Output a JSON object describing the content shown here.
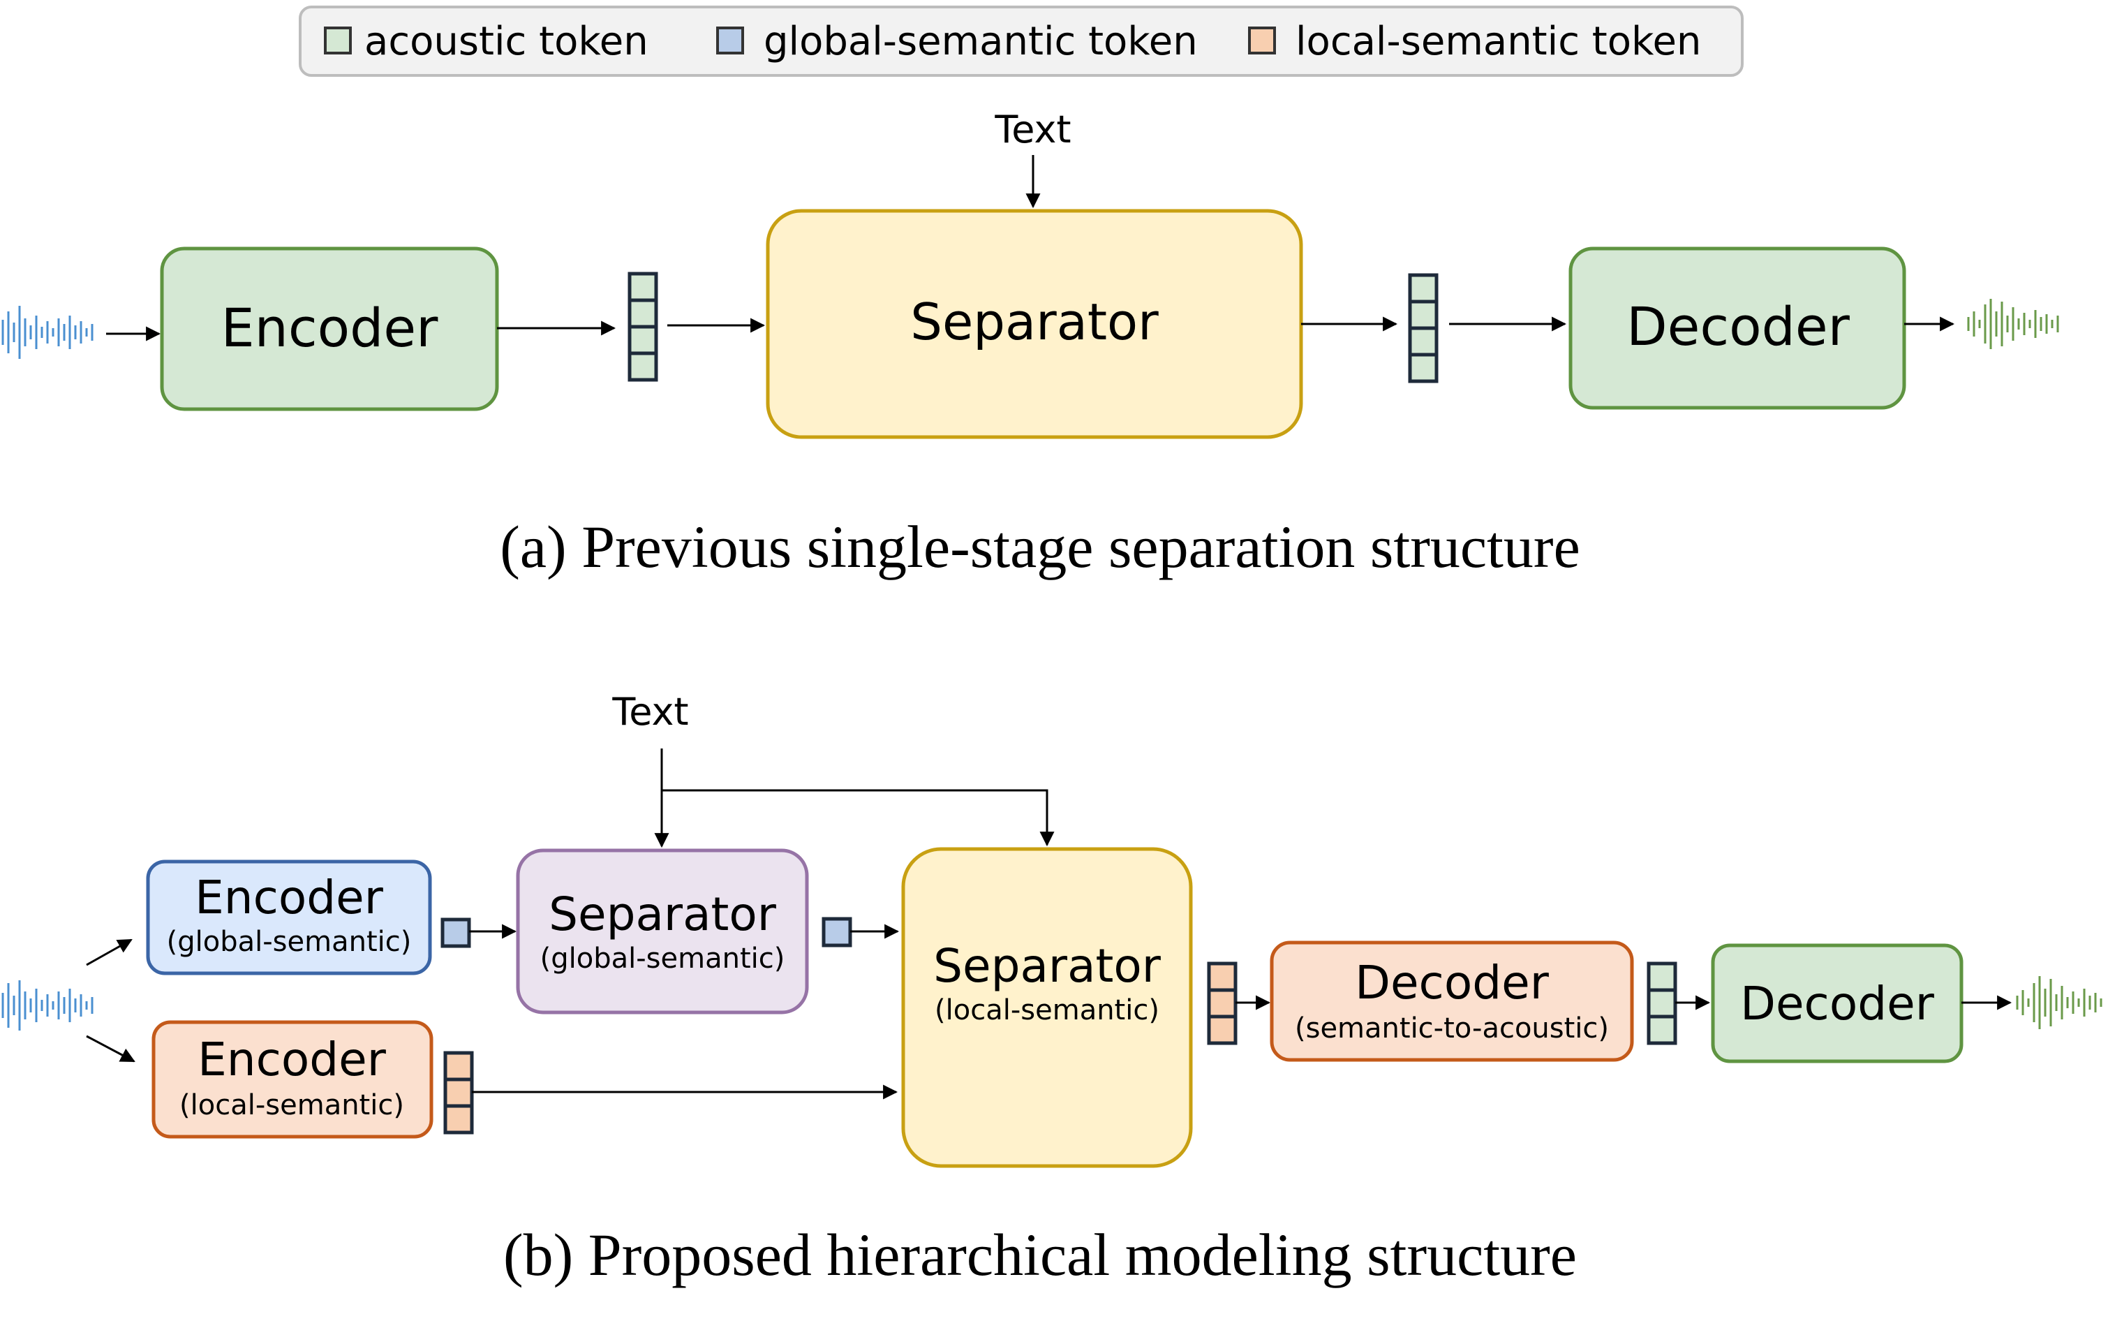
{
  "legend": {
    "items": [
      {
        "label": "acoustic token",
        "color": "#d5e8d4"
      },
      {
        "label": "global-semantic token",
        "color": "#b8cce8"
      },
      {
        "label": "local-semantic token",
        "color": "#f8cfb0"
      }
    ]
  },
  "diagram_a": {
    "text_input": "Text",
    "encoder": "Encoder",
    "separator": "Separator",
    "decoder": "Decoder",
    "caption": "(a) Previous single-stage separation structure"
  },
  "diagram_b": {
    "text_input": "Text",
    "encoder_global": {
      "title": "Encoder",
      "sub": "(global-semantic)"
    },
    "encoder_local": {
      "title": "Encoder",
      "sub": "(local-semantic)"
    },
    "separator_global": {
      "title": "Separator",
      "sub": "(global-semantic)"
    },
    "separator_local": {
      "title": "Separator",
      "sub": "(local-semantic)"
    },
    "decoder_s2a": {
      "title": "Decoder",
      "sub": "(semantic-to-acoustic)"
    },
    "decoder_final": {
      "title": "Decoder"
    },
    "caption": "(b) Proposed hierarchical modeling structure"
  },
  "colors": {
    "acoustic_fill": "#d5e8d4",
    "acoustic_stroke": "#5f9441",
    "global_fill": "#dae8fc",
    "global_stroke": "#3b65a6",
    "local_fill": "#fbe0cf",
    "local_stroke": "#c45a1a",
    "separator_fill": "#fff2cc",
    "separator_stroke": "#c8a012",
    "sep_global_fill": "#ebe3ef",
    "sep_global_stroke": "#9673a6",
    "wave_in": "#4a8fd0",
    "wave_out": "#6a9a4a"
  }
}
